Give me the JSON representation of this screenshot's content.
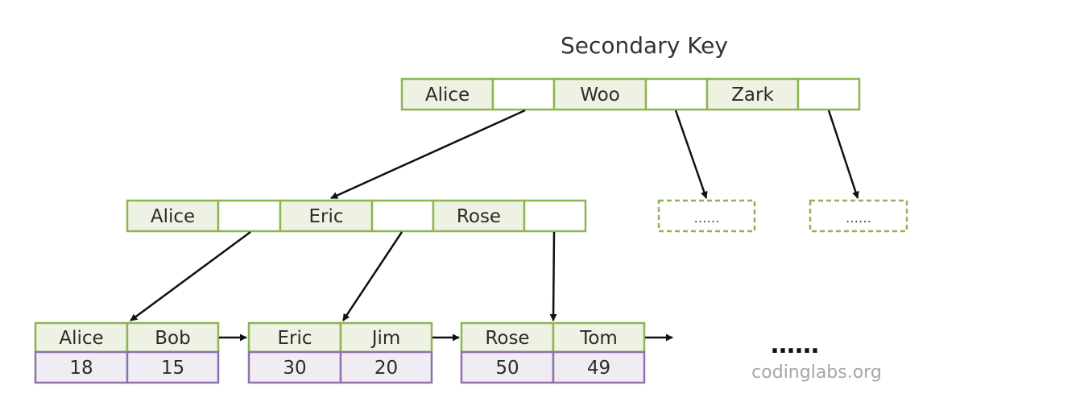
{
  "title": "Secondary Key",
  "colors": {
    "key_fill": "#eef2e2",
    "key_stroke": "#8db553",
    "pointer_fill": "#ffffff",
    "value_fill": "#f0ecf4",
    "value_stroke": "#9270ad",
    "arrow": "#111111"
  },
  "root": {
    "keys": [
      "Alice",
      "Woo",
      "Zark"
    ]
  },
  "internal": {
    "keys": [
      "Alice",
      "Eric",
      "Rose"
    ]
  },
  "placeholders": [
    "……",
    "……"
  ],
  "leaves": [
    {
      "keys": [
        "Alice",
        "Bob"
      ],
      "values": [
        "18",
        "15"
      ]
    },
    {
      "keys": [
        "Eric",
        "Jim"
      ],
      "values": [
        "30",
        "20"
      ]
    },
    {
      "keys": [
        "Rose",
        "Tom"
      ],
      "values": [
        "50",
        "49"
      ]
    }
  ],
  "continuation": "……",
  "watermark": "codinglabs.org"
}
